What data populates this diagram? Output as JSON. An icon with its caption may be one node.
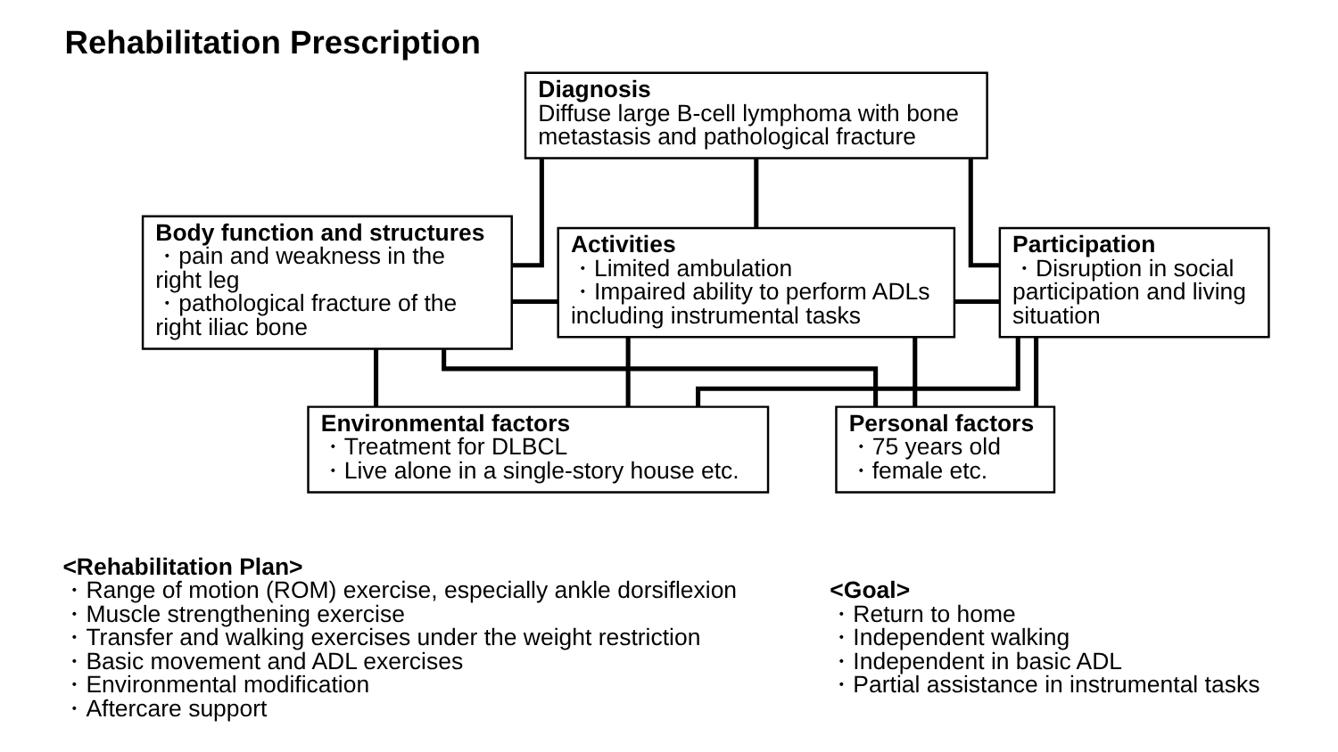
{
  "diagram": {
    "title": "Rehabilitation Prescription",
    "nodes": [
      {
        "text": [
          "Diagnosis",
          "Diffuse large B-cell lymphoma with bone metastasis and pathological fracture"
        ]
      },
      {
        "text": [
          "Body function and structures",
          "・pain and weakness in the right leg",
          "・pathological fracture of the right iliac bone"
        ]
      },
      {
        "text": [
          "Activities",
          "・Limited ambulation",
          "・Impaired ability to perform ADLs including instrumental tasks"
        ]
      },
      {
        "text": [
          "Participation",
          "・Disruption in social participation and living situation"
        ]
      },
      {
        "text": [
          "Environmental factors",
          "・Treatment for DLBCL",
          "・Live alone in a single-story house etc."
        ]
      },
      {
        "text": [
          "Personal factors",
          "・75 years old",
          "・female etc."
        ]
      }
    ],
    "edges": [
      {
        "from": 0,
        "to": 1,
        "arrow": "none"
      },
      {
        "from": 0,
        "to": 2,
        "arrow": "none"
      },
      {
        "from": 0,
        "to": 3,
        "arrow": "none"
      },
      {
        "from": 1,
        "to": 2,
        "arrow": "none"
      },
      {
        "from": 2,
        "to": 3,
        "arrow": "none"
      },
      {
        "from": 1,
        "to": 4,
        "arrow": "none"
      },
      {
        "from": 1,
        "to": 5,
        "arrow": "none"
      },
      {
        "from": 2,
        "to": 4,
        "arrow": "none"
      },
      {
        "from": 2,
        "to": 5,
        "arrow": "none"
      },
      {
        "from": 3,
        "to": 4,
        "arrow": "none"
      },
      {
        "from": 3,
        "to": 5,
        "arrow": "none"
      }
    ],
    "labels": [
      "<Rehabilitation Plan>",
      "・Range of motion (ROM) exercise, especially ankle dorsiflexion",
      "・Muscle strengthening exercise",
      "・Transfer and walking exercises under the weight restriction",
      "・Basic movement and ADL exercises",
      "・Environmental modification",
      "・Aftercare support",
      "<Goal>",
      "・Return to home",
      "・Independent walking",
      "・Independent in basic ADL",
      "・Partial assistance in instrumental tasks"
    ]
  }
}
